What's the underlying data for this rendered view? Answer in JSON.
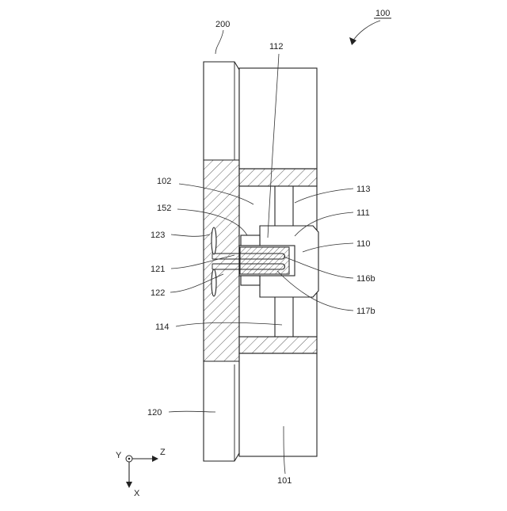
{
  "figure": {
    "title_ref": "100",
    "assembly_ref": "200",
    "labels": {
      "l112": "112",
      "l102": "102",
      "l152": "152",
      "l123": "123",
      "l121": "121",
      "l122": "122",
      "l114": "114",
      "l120": "120",
      "l113": "113",
      "l111": "111",
      "l110": "110",
      "l116b": "116b",
      "l117b": "117b",
      "l101": "101"
    },
    "axes": {
      "y": "Y",
      "z": "Z",
      "x": "X"
    }
  }
}
